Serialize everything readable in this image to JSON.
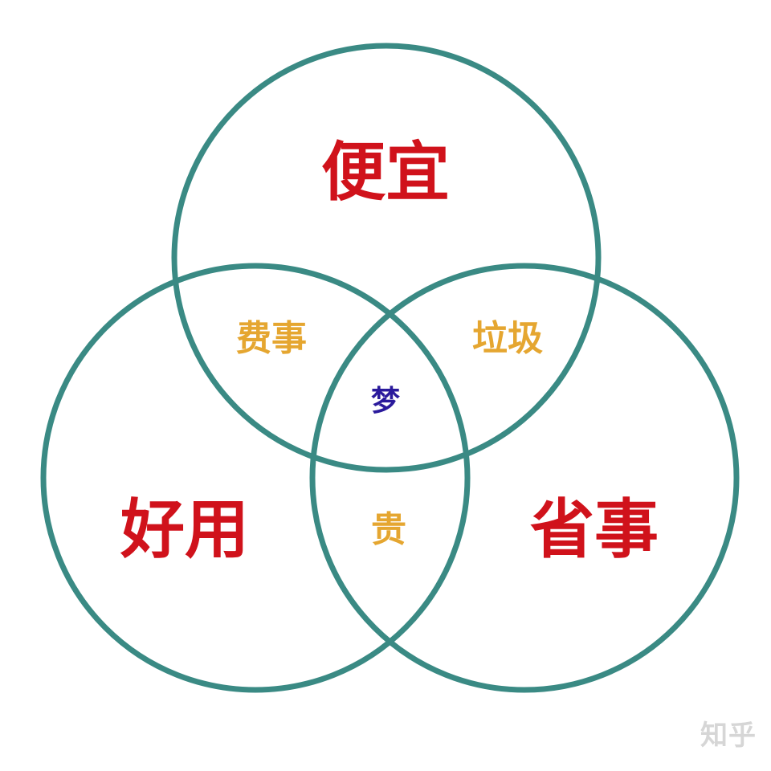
{
  "diagram": {
    "type": "venn",
    "circle_color": "#3a8a84",
    "sets": [
      {
        "id": "top",
        "label": "便宜"
      },
      {
        "id": "left",
        "label": "好用"
      },
      {
        "id": "right",
        "label": "省事"
      }
    ],
    "intersections": [
      {
        "sets": [
          "top",
          "left"
        ],
        "label": "费事"
      },
      {
        "sets": [
          "top",
          "right"
        ],
        "label": "垃圾"
      },
      {
        "sets": [
          "left",
          "right"
        ],
        "label": "贵"
      },
      {
        "sets": [
          "top",
          "left",
          "right"
        ],
        "label": "梦"
      }
    ],
    "label_colors": {
      "set": "#d0121b",
      "pair": "#e5a630",
      "center": "#2a1a9c"
    }
  },
  "watermark": "知乎"
}
